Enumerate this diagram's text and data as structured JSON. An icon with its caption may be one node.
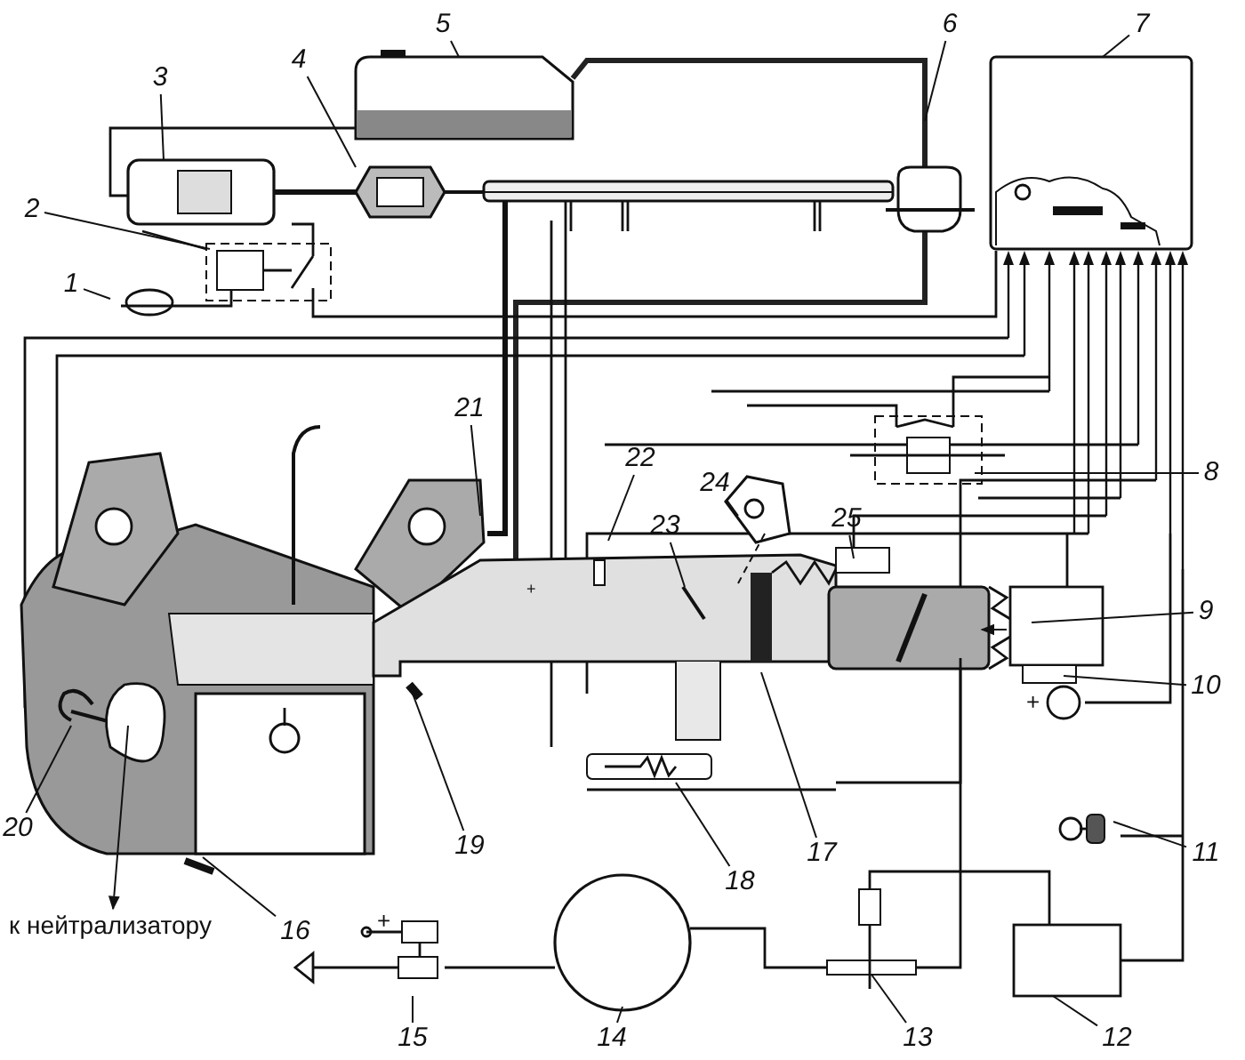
{
  "diagram": {
    "nodes": [
      {
        "text": [
          "1"
        ]
      },
      {
        "text": [
          "2"
        ]
      },
      {
        "text": [
          "3"
        ]
      },
      {
        "text": [
          "4"
        ]
      },
      {
        "text": [
          "5"
        ]
      },
      {
        "text": [
          "6"
        ]
      },
      {
        "text": [
          "7"
        ]
      },
      {
        "text": [
          "8"
        ]
      },
      {
        "text": [
          "9"
        ]
      },
      {
        "text": [
          "10"
        ]
      },
      {
        "text": [
          "11"
        ]
      },
      {
        "text": [
          "12"
        ]
      },
      {
        "text": [
          "13"
        ]
      },
      {
        "text": [
          "14"
        ]
      },
      {
        "text": [
          "15"
        ]
      },
      {
        "text": [
          "16"
        ]
      },
      {
        "text": [
          "17"
        ]
      },
      {
        "text": [
          "18"
        ]
      },
      {
        "text": [
          "19"
        ]
      },
      {
        "text": [
          "20"
        ]
      },
      {
        "text": [
          "21"
        ]
      },
      {
        "text": [
          "22"
        ]
      },
      {
        "text": [
          "23"
        ]
      },
      {
        "text": [
          "24"
        ]
      },
      {
        "text": [
          "25"
        ]
      },
      {
        "text": [
          "к нейтрализатору"
        ]
      }
    ],
    "edges": [
      {
        "from": 0,
        "to": null,
        "arrow": "none"
      },
      {
        "from": 1,
        "to": null,
        "arrow": "none"
      },
      {
        "from": 2,
        "to": null,
        "arrow": "none"
      },
      {
        "from": 3,
        "to": null,
        "arrow": "none"
      },
      {
        "from": 4,
        "to": null,
        "arrow": "none"
      },
      {
        "from": 5,
        "to": null,
        "arrow": "none"
      },
      {
        "from": 6,
        "to": null,
        "arrow": "none"
      },
      {
        "from": 7,
        "to": null,
        "arrow": "none"
      },
      {
        "from": 8,
        "to": null,
        "arrow": "none"
      },
      {
        "from": 9,
        "to": null,
        "arrow": "none"
      },
      {
        "from": 10,
        "to": null,
        "arrow": "none"
      },
      {
        "from": 11,
        "to": null,
        "arrow": "none"
      },
      {
        "from": 12,
        "to": null,
        "arrow": "none"
      },
      {
        "from": 13,
        "to": null,
        "arrow": "none"
      },
      {
        "from": 14,
        "to": null,
        "arrow": "none"
      },
      {
        "from": 15,
        "to": null,
        "arrow": "none"
      },
      {
        "from": 16,
        "to": null,
        "arrow": "none"
      },
      {
        "from": 17,
        "to": null,
        "arrow": "none"
      },
      {
        "from": 18,
        "to": null,
        "arrow": "none"
      },
      {
        "from": 19,
        "to": null,
        "arrow": "none"
      },
      {
        "from": 20,
        "to": null,
        "arrow": "none"
      },
      {
        "from": 21,
        "to": null,
        "arrow": "none"
      },
      {
        "from": 22,
        "to": null,
        "arrow": "none"
      },
      {
        "from": 23,
        "to": null,
        "arrow": "none"
      },
      {
        "from": 24,
        "to": null,
        "arrow": "none"
      },
      {
        "from": null,
        "to": 25,
        "arrow": "to"
      }
    ],
    "labels": [
      "+",
      "+",
      "+"
    ]
  }
}
